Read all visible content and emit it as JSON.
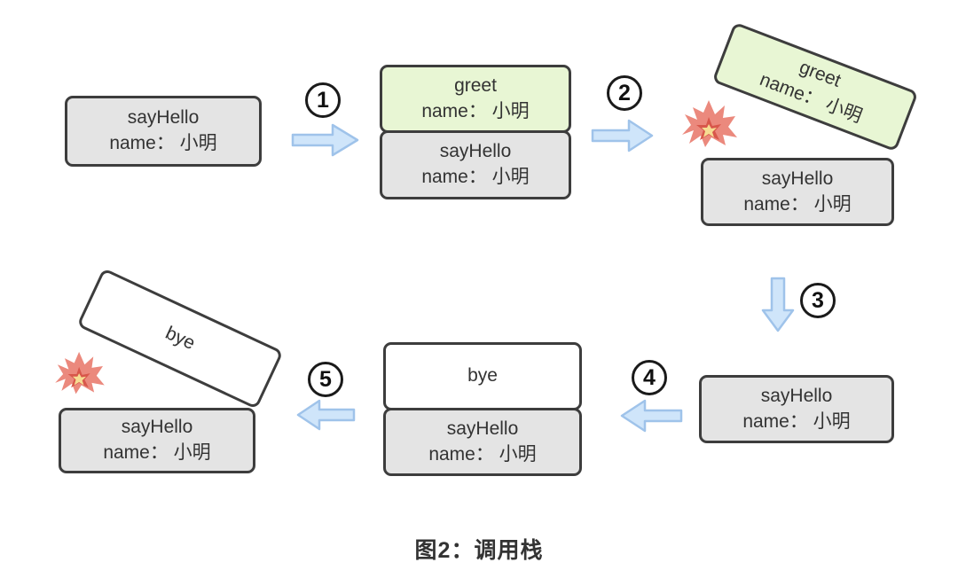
{
  "caption": "图2：调用栈",
  "boxes": {
    "sayhello": {
      "line1": "sayHello",
      "line2": "name： 小明"
    },
    "greet": {
      "line1": "greet",
      "line2": "name： 小明"
    },
    "bye": {
      "line1": "bye"
    }
  },
  "steps": {
    "s1": "1",
    "s2": "2",
    "s3": "3",
    "s4": "4",
    "s5": "5"
  },
  "icons": {
    "explosion-icon": "starburst (pop/destroy frame)",
    "arrow-right-icon": "light-blue block arrow right",
    "arrow-left-icon": "light-blue block arrow left",
    "arrow-down-icon": "light-blue block arrow down"
  },
  "colors": {
    "frame_border": "#3d3d3d",
    "frame_gray": "#e4e4e4",
    "frame_green": "#e8f6d4",
    "frame_white": "#ffffff",
    "arrow_fill": "#cfe5fa",
    "arrow_stroke": "#9fc3ea",
    "explosion_outer": "#eb897d",
    "explosion_inner": "#d8574b",
    "explosion_core": "#f6dc92",
    "text": "#333333"
  }
}
